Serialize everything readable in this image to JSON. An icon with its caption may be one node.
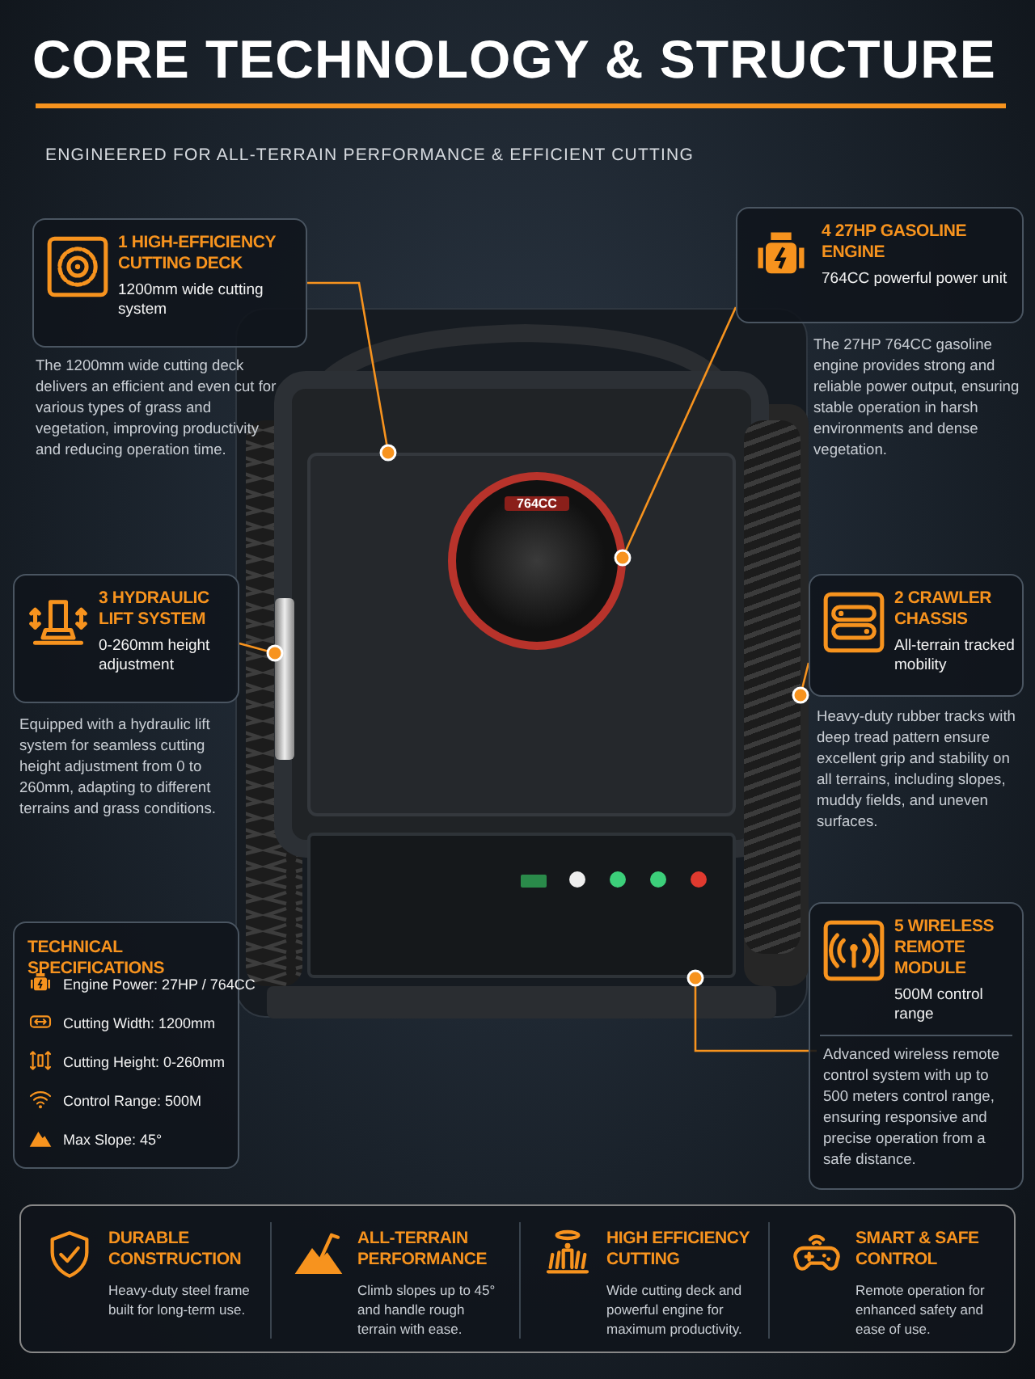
{
  "diagram": {
    "title": "CORE TECHNOLOGY & STRUCTURE",
    "nodes": [
      {
        "text": [
          "1 HIGH-EFFICIENCY CUTTING DECK",
          "1200mm wide cutting system"
        ],
        "beside": [
          "The 1200mm wide cutting deck delivers an efficient and even cut for various types of grass and vegetation, improving productivity and reducing operation time."
        ]
      },
      {
        "text": [
          "4 27HP GASOLINE ENGINE",
          "764CC powerful power unit"
        ],
        "beside": [
          "The 27HP 764CC gasoline engine provides strong and reliable power output, ensuring stable operation in harsh environments and dense vegetation."
        ]
      },
      {
        "text": [
          "3 HYDRAULIC LIFT SYSTEM",
          "0-260mm height adjustment"
        ],
        "beside": [
          "Equipped with a hydraulic lift system for seamless cutting height adjustment from 0 to 260mm, adapting to different terrains and grass conditions."
        ]
      },
      {
        "text": [
          "2 CRAWLER CHASSIS",
          "All-terrain tracked mobility"
        ],
        "beside": [
          "Heavy-duty rubber tracks with deep tread pattern ensure excellent grip and stability on all terrains, including slopes, muddy fields, and uneven surfaces."
        ]
      },
      {
        "text": [],
        "shape": "picture"
      },
      {
        "text": [],
        "shape": "picture",
        "in": 4
      },
      {
        "text": [],
        "shape": "picture",
        "in": 5
      },
      {
        "text": [],
        "shape": "picture",
        "in": 4
      },
      {
        "text": [],
        "shape": "picture",
        "in": 4
      },
      {
        "text": [],
        "shape": "picture",
        "in": 4
      },
      {
        "text": [
          "TECHNICAL SPECIFICATIONS",
          "Engine Power: 27HP / 764CC",
          "Cutting Width: 1200mm",
          "Cutting Height: 0-260mm",
          "Control Range: 500M",
          "Max Slope: 45°"
        ]
      },
      {
        "text": [
          "5 WIRELESS REMOTE MODULE",
          "500M control range",
          "Advanced wireless remote control system with up to 500 meters control range, ensuring responsive and precise operation from a safe distance."
        ]
      },
      {
        "text": [],
        "shape": "box"
      },
      {
        "text": [
          "DURABLE CONSTRUCTION",
          "Heavy-duty steel frame built for long-term use."
        ],
        "in": 12
      },
      {
        "text": [
          "ALL-TERRAIN PERFORMANCE",
          "Climb slopes up to 45° and handle rough terrain with ease."
        ],
        "in": 12
      },
      {
        "text": [
          "HIGH EFFICIENCY CUTTING",
          "Wide cutting deck and powerful engine for maximum productivity."
        ],
        "in": 12
      },
      {
        "text": [
          "SMART & SAFE CONTROL",
          "Remote operation for enhanced safety and ease of use."
        ],
        "in": 12
      }
    ],
    "edges": [
      {
        "from": 0,
        "to": 5,
        "arrow": "other"
      },
      {
        "from": 1,
        "to": 6,
        "arrow": "other"
      },
      {
        "from": 2,
        "to": 7,
        "arrow": "other"
      },
      {
        "from": 3,
        "to": 8,
        "arrow": "other"
      },
      {
        "from": 11,
        "to": 9,
        "arrow": "other"
      }
    ],
    "labels": [
      "ENGINEERED FOR ALL-TERRAIN PERFORMANCE & EFFICIENT CUTTING",
      "764CC"
    ]
  }
}
